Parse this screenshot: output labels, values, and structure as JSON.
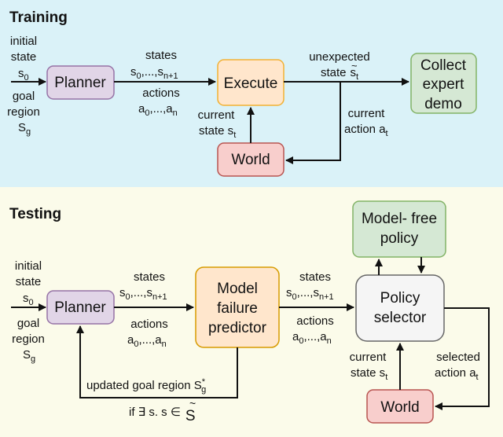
{
  "colors": {
    "training_bg": "#daf2f8",
    "testing_bg": "#fbfbea",
    "planner_fill": "#e1d5e7",
    "planner_stroke": "#9673a6",
    "execute_fill": "#ffe6cc",
    "execute_stroke": "#f2b134",
    "predictor_fill": "#ffe6cc",
    "predictor_stroke": "#d79b00",
    "world_fill": "#f8cecc",
    "world_stroke": "#b85450",
    "green_fill": "#d5e8d4",
    "green_stroke": "#82b366",
    "selector_fill": "#f5f5f5",
    "selector_stroke": "#666666"
  },
  "training": {
    "title": "Training",
    "initial_state": [
      "initial",
      "state",
      "s",
      "0"
    ],
    "goal_region": [
      "goal",
      "region",
      "S",
      "g"
    ],
    "planner": "Planner",
    "states": "states",
    "states_seq": "s",
    "states_seq_sub": "0",
    "states_seq_mid": ",...,s",
    "states_seq_sub2": "n+1",
    "actions": "actions",
    "actions_seq": "a",
    "actions_seq_sub": "0",
    "actions_seq_mid": ",...,a",
    "actions_seq_sub2": "n",
    "execute": "Execute",
    "current_state": [
      "current",
      "state s",
      "t"
    ],
    "world": "World",
    "unexpected": "unexpected",
    "unexpected_state": "state",
    "unexpected_s": "s",
    "unexpected_sub": "t",
    "current_action": [
      "current",
      "action a",
      "t"
    ],
    "collect": [
      "Collect",
      "expert",
      "demo"
    ]
  },
  "testing": {
    "title": "Testing",
    "initial_state": [
      "initial",
      "state",
      "s",
      "0"
    ],
    "goal_region": [
      "goal",
      "region",
      "S",
      "g"
    ],
    "planner": "Planner",
    "states": "states",
    "states_seq": "s",
    "states_seq_sub": "0",
    "states_seq_mid": ",...,s",
    "states_seq_sub2": "n+1",
    "actions": "actions",
    "actions_seq": "a",
    "actions_seq_sub": "0",
    "actions_seq_mid": ",...,a",
    "actions_seq_sub2": "n",
    "predictor": [
      "Model",
      "failure",
      "predictor"
    ],
    "states2": "states",
    "actions2": "actions",
    "policy_selector": [
      "Policy",
      "selector"
    ],
    "model_free": [
      "Model- free",
      "policy"
    ],
    "current_state": [
      "current",
      "state s",
      "t"
    ],
    "selected_action": [
      "selected",
      "action a",
      "t"
    ],
    "world": "World",
    "updated_goal": "updated goal region S",
    "updated_goal_sup": "*",
    "updated_goal_sub": "g",
    "condition": "if ∃ s. s ∈",
    "condition_set": "S"
  }
}
